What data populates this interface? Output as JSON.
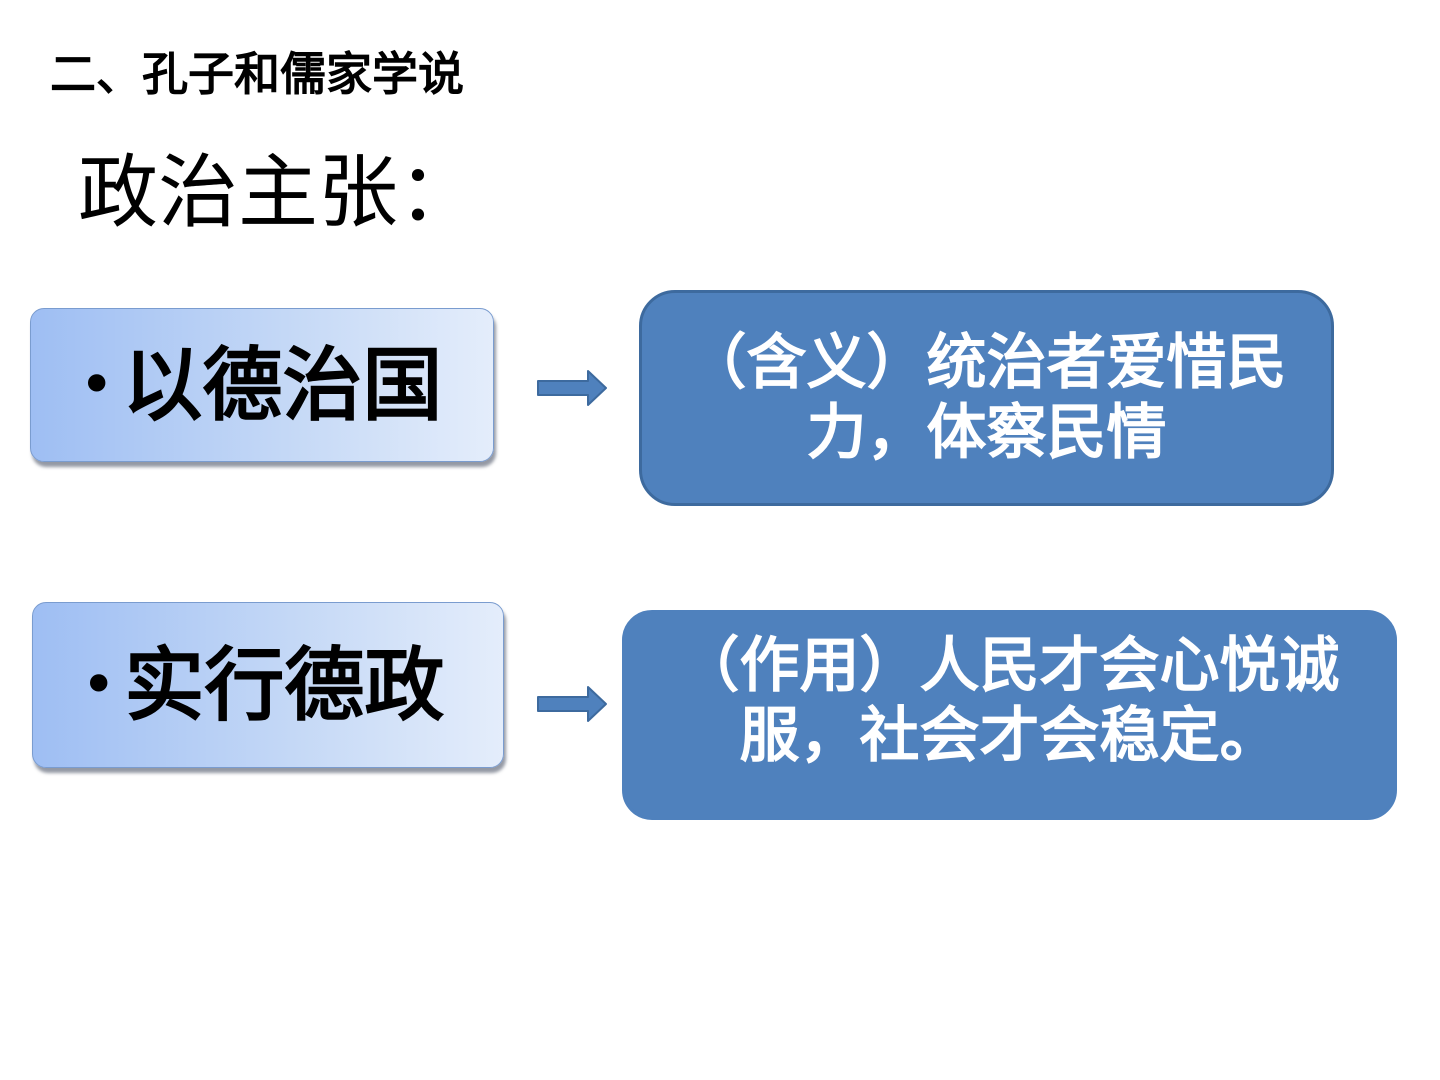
{
  "section_title": "二、孔子和儒家学说",
  "subtitle": "政治主张：",
  "points": [
    {
      "bullet": "•",
      "label": "以德治国",
      "explanation": "（含义）统治者爱惜民力，体察民情"
    },
    {
      "bullet": "•",
      "label": "实行德政",
      "explanation": "（作用）人民才会心悦诚服，社会才会稳定。"
    }
  ],
  "icons": {
    "arrow": "right-arrow-icon"
  },
  "colors": {
    "explain_box_fill": "#4f81bd",
    "explain_box_text": "#ffffff",
    "point_box_gradient_start": "#9ebef3",
    "point_box_gradient_end": "#e4edfb",
    "arrow_fill": "#4f81bd"
  }
}
